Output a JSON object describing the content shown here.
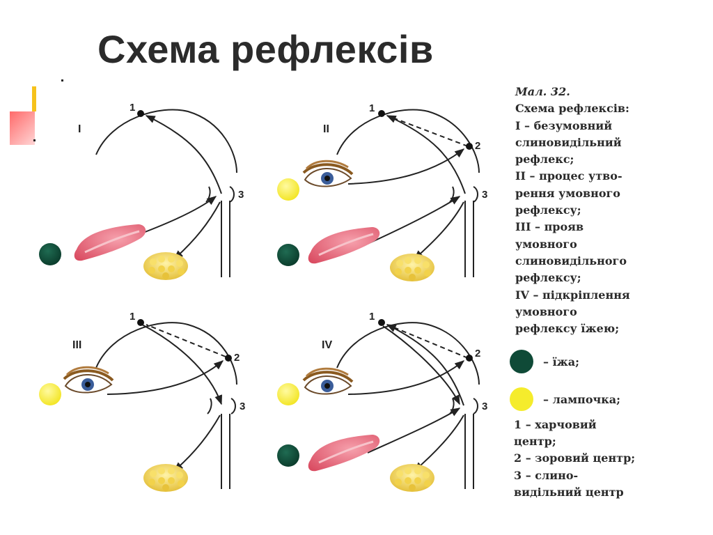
{
  "title": "Схема рефлексів",
  "caption": {
    "figure": "Мал. 32.",
    "lines": [
      "Схема рефлексів:",
      "I – безумовний",
      "слиновидільний",
      "рефлекс;",
      "II – процес утво-",
      "рення умовного",
      "рефлексу;",
      "III – прояв",
      "умовного",
      "слиновидільного",
      "рефлексу;",
      "IV – підкріплення",
      "умовного",
      "рефлексу їжею;"
    ]
  },
  "legend": {
    "food": "– їжа;",
    "lamp": "– лампочка;"
  },
  "definitions": [
    "1 – харчовий",
    "центр;",
    "2 – зоровий центр;",
    "3 – слино-",
    "видільний центр"
  ],
  "panels": {
    "I": "I",
    "II": "II",
    "III": "III",
    "IV": "IV"
  },
  "node_labels": {
    "n1": "1",
    "n2": "2",
    "n3": "3"
  },
  "colors": {
    "food": "#0f4a37",
    "lamp": "#f5ec2c",
    "tongue": "#e7687a",
    "gland": "#f0d24a",
    "line": "#222222",
    "title": "#2b2b2b"
  }
}
